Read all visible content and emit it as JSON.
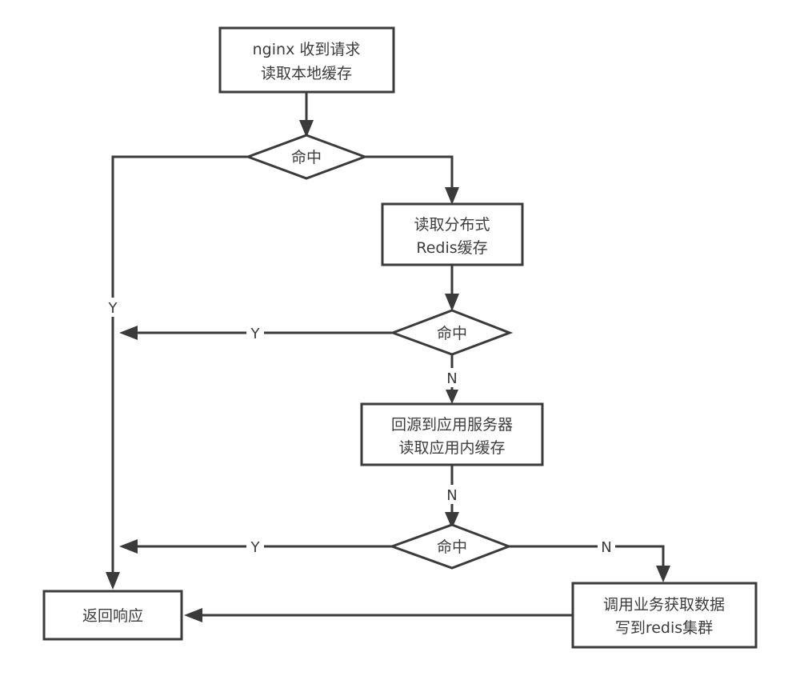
{
  "diagram": {
    "type": "flowchart",
    "colors": {
      "stroke": "#3a3a3a",
      "text": "#3c3c3c",
      "background": "#ffffff"
    },
    "nodes": {
      "start": {
        "shape": "rect",
        "lines": [
          "nginx 收到请求",
          "读取本地缓存"
        ]
      },
      "hit1": {
        "shape": "diamond",
        "lines": [
          "命中"
        ]
      },
      "redis": {
        "shape": "rect",
        "lines": [
          "读取分布式",
          "Redis缓存"
        ]
      },
      "hit2": {
        "shape": "diamond",
        "lines": [
          "命中"
        ]
      },
      "app": {
        "shape": "rect",
        "lines": [
          "回源到应用服务器",
          "读取应用内缓存"
        ]
      },
      "hit3": {
        "shape": "diamond",
        "lines": [
          "命中"
        ]
      },
      "response": {
        "shape": "rect",
        "lines": [
          "返回响应"
        ]
      },
      "fetch": {
        "shape": "rect",
        "lines": [
          "调用业务获取数据",
          "写到redis集群"
        ]
      }
    },
    "edges": [
      {
        "from": "start",
        "to": "hit1",
        "label": ""
      },
      {
        "from": "hit1",
        "to": "response",
        "label": "Y"
      },
      {
        "from": "hit1",
        "to": "redis",
        "label": ""
      },
      {
        "from": "redis",
        "to": "hit2",
        "label": ""
      },
      {
        "from": "hit2",
        "to": "response",
        "label": "Y"
      },
      {
        "from": "hit2",
        "to": "app",
        "label": "N"
      },
      {
        "from": "app",
        "to": "hit3",
        "label": "N"
      },
      {
        "from": "hit3",
        "to": "response",
        "label": "Y"
      },
      {
        "from": "hit3",
        "to": "fetch",
        "label": "N"
      },
      {
        "from": "fetch",
        "to": "response",
        "label": ""
      }
    ]
  }
}
